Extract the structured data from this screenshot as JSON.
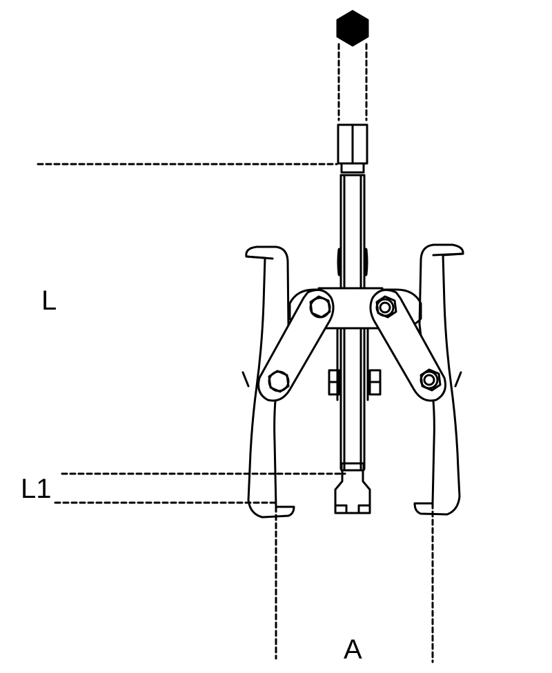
{
  "drawing": {
    "subject": "three-jaw puller",
    "line_color": "#000000",
    "background": "#ffffff",
    "labels": {
      "L": "L",
      "L1": "L1",
      "A": "A"
    },
    "icons": {
      "hex_drive": "hexagon-icon"
    }
  }
}
